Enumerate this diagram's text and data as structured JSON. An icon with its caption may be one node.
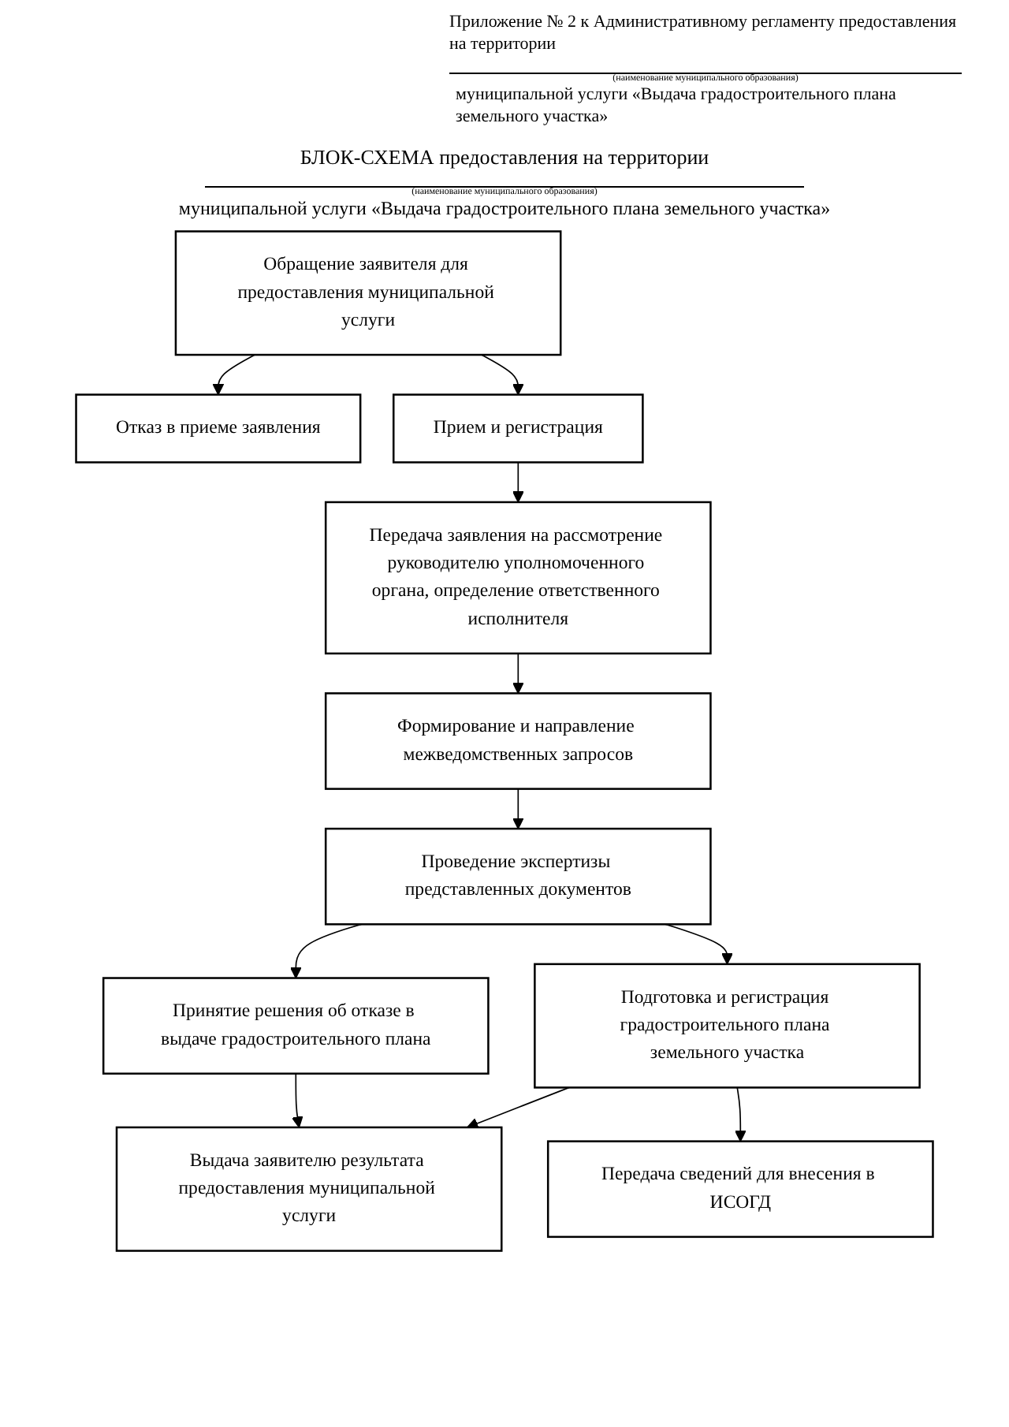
{
  "diagram": {
    "title": "БЛОК-СХЕМА предоставления на территории",
    "nodes": [
      {
        "text": [
          "Обращение заявителя для предоставления муниципальной услуги"
        ]
      },
      {
        "text": [
          "Отказ в приеме заявления"
        ]
      },
      {
        "text": [
          "Прием и регистрация"
        ]
      },
      {
        "text": [
          "Передача заявления на рассмотрение руководителю уполномоченного органа, определение ответственного исполнителя"
        ]
      },
      {
        "text": [
          "Формирование и направление межведомственных запросов"
        ]
      },
      {
        "text": [
          "Проведение экспертизы представленных документов"
        ]
      },
      {
        "text": [
          "Принятие решения об отказе в выдаче градостроительного плана"
        ]
      },
      {
        "text": [
          "Подготовка и регистрация градостроительного плана земельного участка"
        ]
      },
      {
        "text": [
          "Передача сведений для внесения в ИСОГД"
        ]
      },
      {
        "text": [
          "Выдача заявителю результата предоставления муниципальной услуги"
        ]
      }
    ],
    "edges": [
      {
        "from": 0,
        "to": 1,
        "arrow": "to"
      },
      {
        "from": 0,
        "to": 2,
        "arrow": "to"
      },
      {
        "from": 2,
        "to": 3,
        "arrow": "to"
      },
      {
        "from": 3,
        "to": 4,
        "arrow": "to"
      },
      {
        "from": 4,
        "to": 5,
        "arrow": "to"
      },
      {
        "from": 5,
        "to": 6,
        "arrow": "to"
      },
      {
        "from": 5,
        "to": 7,
        "arrow": "to"
      },
      {
        "from": 7,
        "to": 8,
        "arrow": "to"
      },
      {
        "from": 6,
        "to": 9,
        "arrow": "to"
      },
      {
        "from": 7,
        "to": 9,
        "arrow": "to"
      }
    ],
    "labels": [
      "Приложение № 2 к Административному регламенту предоставления на территории",
      "(наименование муниципального образования)",
      "муниципальной услуги «Выдача градостроительного плана земельного участка»",
      "(наименование муниципального образования)",
      "муниципальной услуги «Выдача градостроительного плана земельного участка»"
    ]
  }
}
